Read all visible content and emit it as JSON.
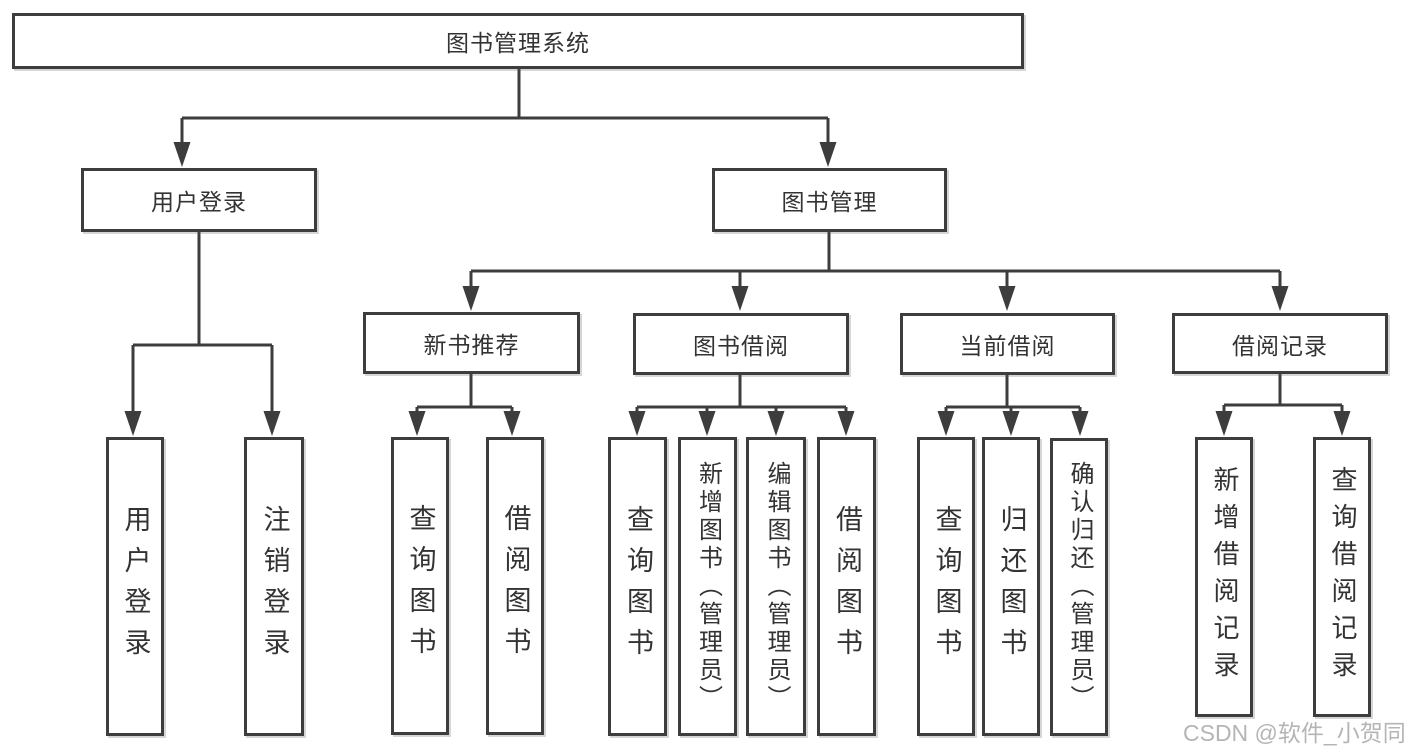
{
  "tree": {
    "root": {
      "label": "图书管理系统",
      "children": [
        {
          "label": "用户登录",
          "children": [
            {
              "label": "用户登录"
            },
            {
              "label": "注销登录"
            }
          ]
        },
        {
          "label": "图书管理",
          "children": [
            {
              "label": "新书推荐",
              "children": [
                {
                  "label": "查询图书"
                },
                {
                  "label": "借阅图书"
                }
              ]
            },
            {
              "label": "图书借阅",
              "children": [
                {
                  "label": "查询图书"
                },
                {
                  "label": "新增图书（管理员）"
                },
                {
                  "label": "编辑图书（管理员）"
                },
                {
                  "label": "借阅图书"
                }
              ]
            },
            {
              "label": "当前借阅",
              "children": [
                {
                  "label": "查询图书"
                },
                {
                  "label": "归还图书"
                },
                {
                  "label": "确认归还（管理员）"
                }
              ]
            },
            {
              "label": "借阅记录",
              "children": [
                {
                  "label": "新增借阅记录"
                },
                {
                  "label": "查询借阅记录"
                }
              ]
            }
          ]
        }
      ]
    }
  },
  "watermark": {
    "text": "CSDN @软件_小贺同学"
  },
  "colors": {
    "line": "#3d3d3d",
    "text": "#333333",
    "watermark": "#b5b5b5",
    "background": "#ffffff"
  }
}
